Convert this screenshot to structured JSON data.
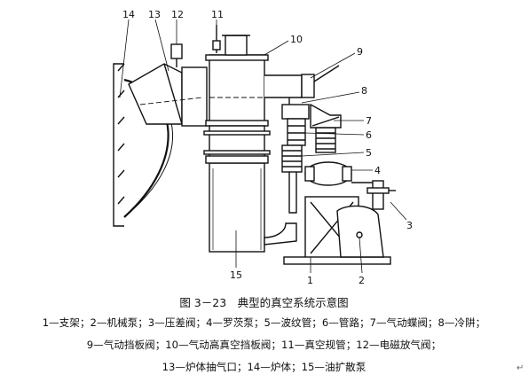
{
  "figure": {
    "callouts": [
      "1",
      "2",
      "3",
      "4",
      "5",
      "6",
      "7",
      "8",
      "9",
      "10",
      "11",
      "12",
      "13",
      "14",
      "15"
    ],
    "caption": "图 3－23　典型的真空系统示意图",
    "legend_lines": [
      "1—支架；2—机械泵；3—压差阀；4—罗茨泵；5—波纹管；6—管路；7—气动蝶阀；8—冷阱；",
      "9—气动挡板阀；10—气动高真空挡板阀；11—真空规管；12—电磁放气阀；",
      "13—炉体抽气口；14—炉体；15—油扩散泵"
    ],
    "end_mark": "↵"
  }
}
